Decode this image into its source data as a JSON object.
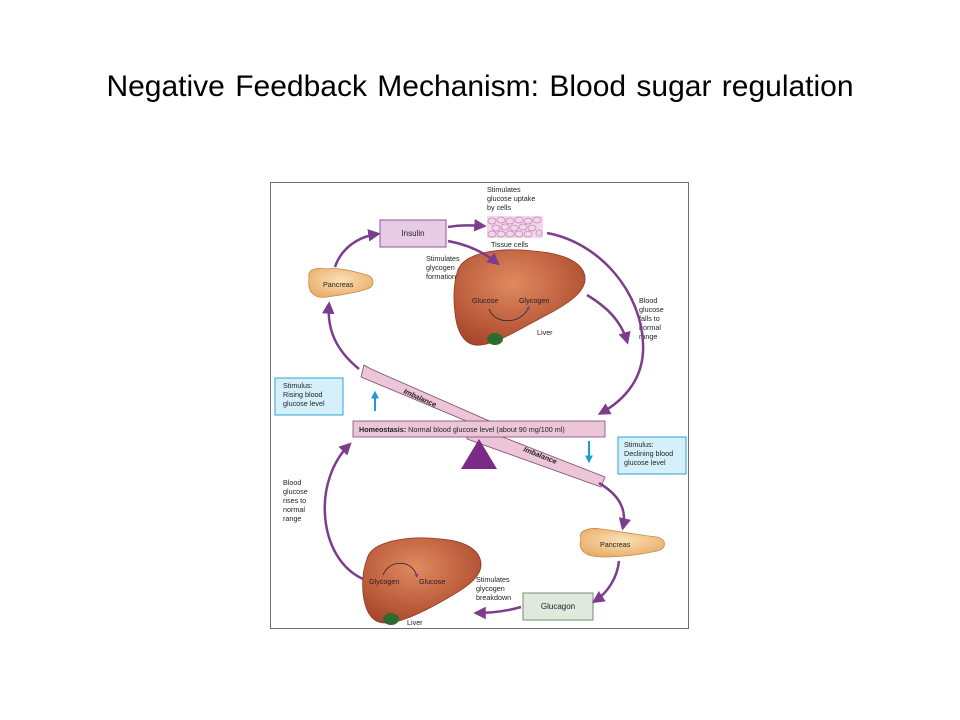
{
  "title": "Negative Feedback Mechanism: Blood sugar regulation",
  "diagram": {
    "insulin": "Insulin",
    "glucagon": "Glucagon",
    "pancreas_top": "Pancreas",
    "pancreas_bottom": "Pancreas",
    "uptake": [
      "Stimulates",
      "glucose uptake",
      "by cells"
    ],
    "tissue_cells": "Tissue cells",
    "glycogen_formation": [
      "Stimulates",
      "glycogen",
      "formation"
    ],
    "liver_top_left": "Glucose",
    "liver_top_right": "Glycogen",
    "liver_top_label": "Liver",
    "falls": [
      "Blood",
      "glucose",
      "falls to",
      "normal",
      "range"
    ],
    "stim_rising": [
      "Stimulus:",
      "Rising blood",
      "glucose level"
    ],
    "imbalance_top": "Imbalance",
    "imbalance_bottom": "Imbalance",
    "homeostasis_bold": "Homeostasis:",
    "homeostasis_rest": " Normal blood glucose level (about 90 mg/100 ml)",
    "stim_declining": [
      "Stimulus:",
      "Declining blood",
      "glucose level"
    ],
    "rises": [
      "Blood",
      "glucose",
      "rises to",
      "normal",
      "range"
    ],
    "liver_bottom_left": "Glycogen",
    "liver_bottom_right": "Glucose",
    "liver_bottom_label": "Liver",
    "breakdown": [
      "Stimulates",
      "glycogen",
      "breakdown"
    ],
    "colors": {
      "arrow": "#7b3d8c",
      "insulin_box": "#e8cce6",
      "glucagon_box": "#dfe9dc",
      "stimulus_box": "#d6f0fb",
      "stimulus_border": "#2aa3d6",
      "liver": "#c8603a",
      "pancreas": "#f2c58a",
      "beam": "#ecc6d8",
      "fulcrum": "#7b2a86"
    }
  }
}
